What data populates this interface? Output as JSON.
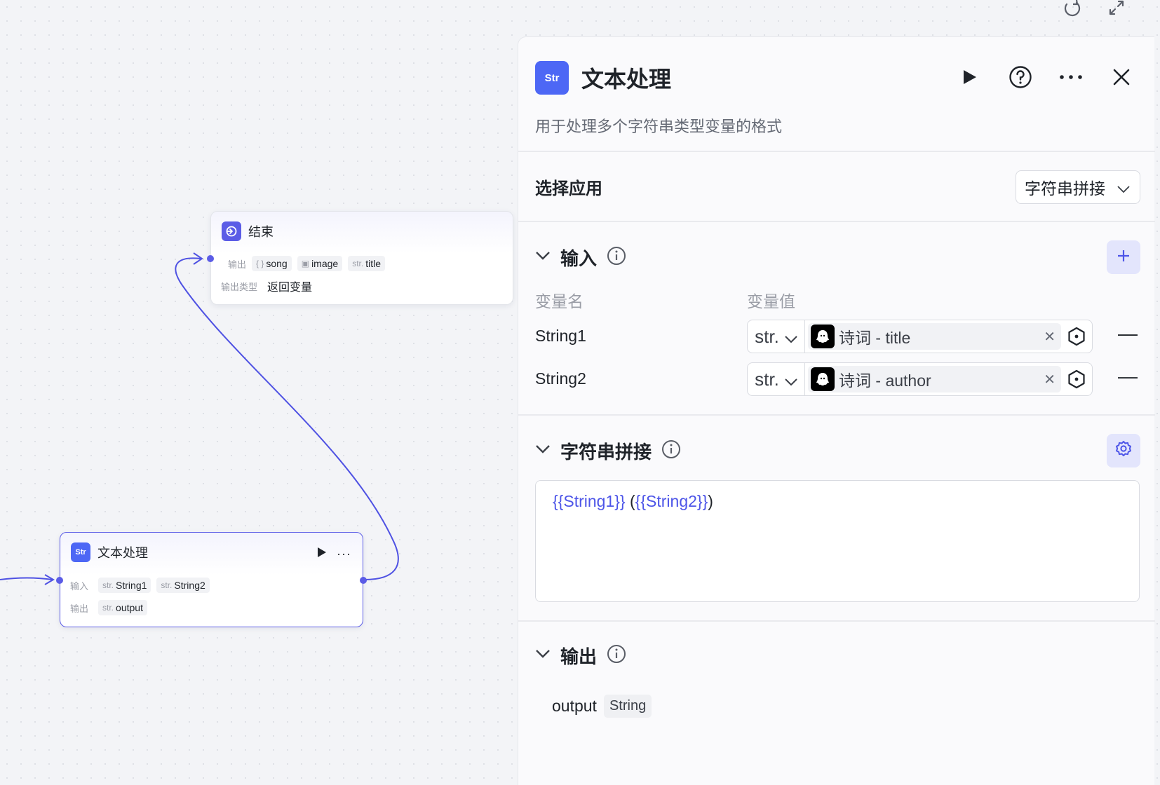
{
  "canvas": {
    "tools": [
      {
        "name": "refresh-icon"
      },
      {
        "name": "expand-icon"
      }
    ]
  },
  "end_node": {
    "title": "结束",
    "output_label": "输出",
    "outputs": [
      {
        "prefix": "{ }",
        "name": "song",
        "icon": "object-icon"
      },
      {
        "prefix": "▣",
        "name": "image",
        "icon": "image-icon"
      },
      {
        "prefix": "str.",
        "name": "title",
        "icon": "string-icon"
      }
    ],
    "output_type_label": "输出类型",
    "output_type_value": "返回变量"
  },
  "text_node": {
    "title": "文本处理",
    "input_label": "输入",
    "inputs": [
      {
        "prefix": "str.",
        "name": "String1"
      },
      {
        "prefix": "str.",
        "name": "String2"
      }
    ],
    "output_label": "输出",
    "outputs": [
      {
        "prefix": "str.",
        "name": "output"
      }
    ]
  },
  "panel": {
    "icon_label": "Str",
    "title": "文本处理",
    "description": "用于处理多个字符串类型变量的格式",
    "select_app": {
      "label": "选择应用",
      "value": "字符串拼接"
    },
    "input_section": {
      "title": "输入",
      "col_name": "变量名",
      "col_value": "变量值",
      "rows": [
        {
          "name": "String1",
          "type": "str.",
          "ref_text": "诗词 - title"
        },
        {
          "name": "String2",
          "type": "str.",
          "ref_text": "诗词 - author"
        }
      ]
    },
    "concat_section": {
      "title": "字符串拼接",
      "template_parts": [
        {
          "text": "{{String1}}",
          "var": true
        },
        {
          "text": " (",
          "var": false
        },
        {
          "text": "{{String2}}",
          "var": true
        },
        {
          "text": ")",
          "var": false
        }
      ]
    },
    "output_section": {
      "title": "输出",
      "name": "output",
      "type": "String"
    }
  },
  "colors": {
    "accent": "#5b5ce6",
    "brand_icon": "#4d67f5",
    "wire": "#4f52e3"
  }
}
